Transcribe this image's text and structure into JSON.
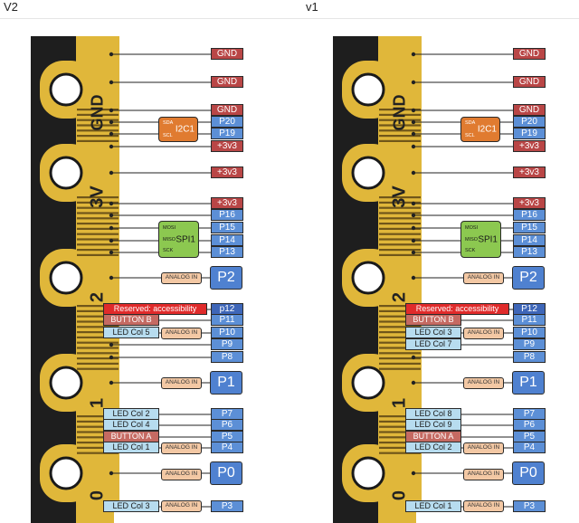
{
  "panels": [
    {
      "title": "V2",
      "pads": {
        "gnd": "GND",
        "v3": "3V",
        "p2": "2",
        "p1": "1",
        "p0": "0"
      },
      "pins": {
        "gnd1": "GND",
        "gnd2": "GND",
        "gnd3": "GND",
        "p20": "P20",
        "p19": "P19",
        "v33a": "+3v3",
        "v33b": "+3v3",
        "v33c": "+3v3",
        "p16": "P16",
        "p15": "P15",
        "p14": "P14",
        "p13": "P13",
        "p12": "p12",
        "p11": "P11",
        "p10": "P10",
        "p9": "P9",
        "p8": "P8",
        "p7": "P7",
        "p6": "P6",
        "p5": "P5",
        "p4": "P4",
        "p3": "P3"
      },
      "big_pins": {
        "p2": "P2",
        "p1": "P1",
        "p0": "P0"
      },
      "analog": "ANALOG IN",
      "i2c": {
        "name": "I2C1",
        "sda": "SDA",
        "scl": "SCL"
      },
      "spi": {
        "name": "SPI1",
        "mosi": "MOSI",
        "miso": "MISO",
        "sck": "SCK"
      },
      "functions": {
        "reserved": "Reserved: accessibility",
        "button_b": "BUTTON B",
        "p10": "LED Col 5",
        "p9": "",
        "p7": "LED Col 2",
        "p6": "LED Col 4",
        "button_a": "BUTTON A",
        "p4": "LED Col 1",
        "p3": "LED Col 3"
      }
    },
    {
      "title": "v1",
      "pads": {
        "gnd": "GND",
        "v3": "3V",
        "p2": "2",
        "p1": "1",
        "p0": "0"
      },
      "pins": {
        "gnd1": "GND",
        "gnd2": "GND",
        "gnd3": "GND",
        "p20": "P20",
        "p19": "P19",
        "v33a": "+3v3",
        "v33b": "+3v3",
        "v33c": "+3v3",
        "p16": "P16",
        "p15": "P15",
        "p14": "P14",
        "p13": "P13",
        "p12": "P12",
        "p11": "P11",
        "p10": "P10",
        "p9": "P9",
        "p8": "P8",
        "p7": "P7",
        "p6": "P6",
        "p5": "P5",
        "p4": "P4",
        "p3": "P3"
      },
      "big_pins": {
        "p2": "P2",
        "p1": "P1",
        "p0": "P0"
      },
      "analog": "ANALOG IN",
      "i2c": {
        "name": "I2C1",
        "sda": "SDA",
        "scl": "SCL"
      },
      "spi": {
        "name": "SPI1",
        "mosi": "MOSI",
        "miso": "MISO",
        "sck": "SCK"
      },
      "functions": {
        "reserved": "Reserved: accessibility",
        "button_b": "BUTTON B",
        "p10": "LED Col 3",
        "p9": "LED Col 7",
        "p7": "LED Col 8",
        "p6": "LED Col 9",
        "button_a": "BUTTON A",
        "p4": "LED Col 2",
        "p3": "LED Col 1"
      }
    }
  ],
  "colors": {
    "gold": "#e0b73a",
    "board": "#1e1e1e",
    "gnd": "#b94646",
    "power": "#b94646",
    "io": "#5c8fd6",
    "i2c": "#e07b30",
    "spi": "#8cc850",
    "analog": "#f3c8a4",
    "led": "#b7dcef"
  }
}
